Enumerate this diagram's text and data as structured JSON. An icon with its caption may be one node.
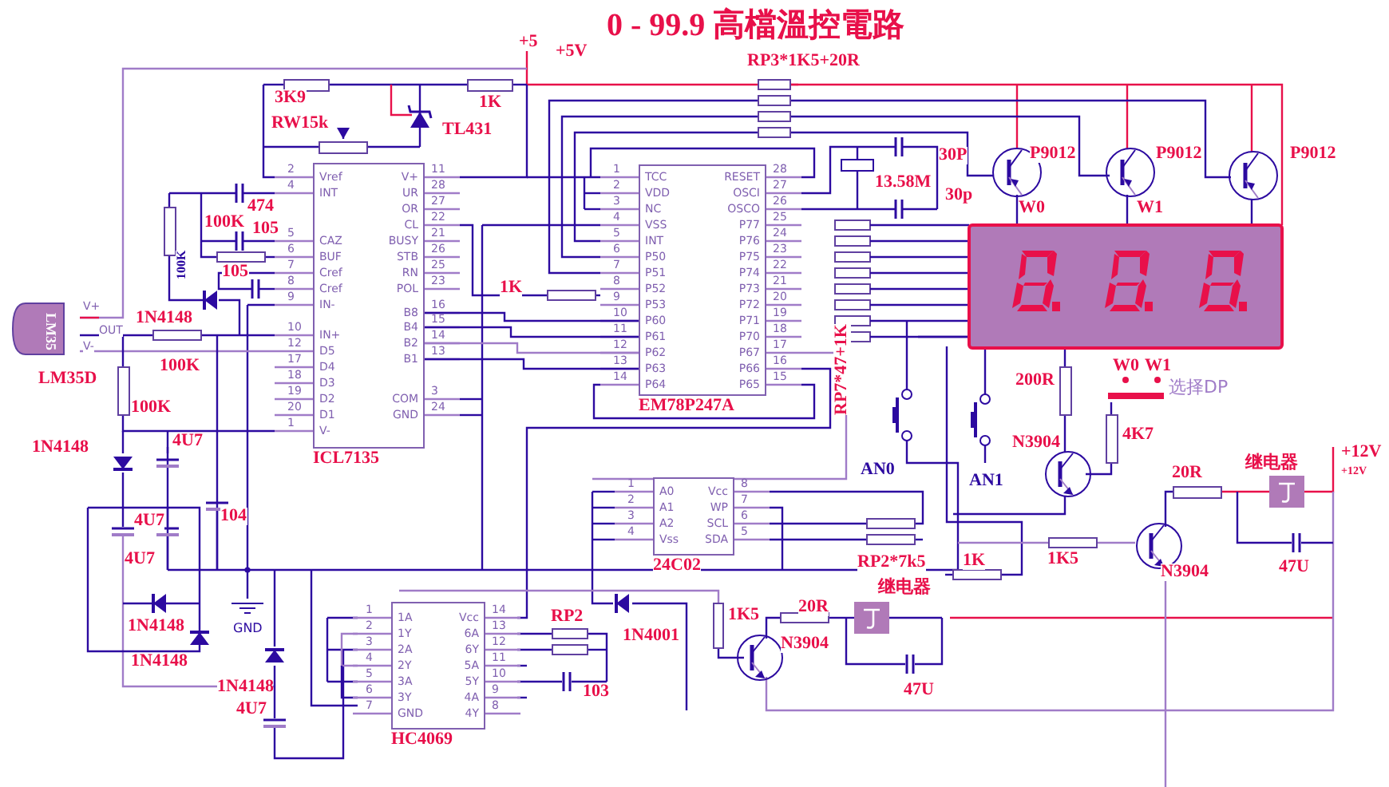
{
  "diagram": {
    "title": "0 - 99.9 高檔溫控電路",
    "nodes": [
      {
        "text": [
          "Vref",
          "INT",
          "CAZ",
          "BUF",
          "Cref",
          "Cref",
          "IN-",
          "IN+",
          "D5",
          "D4",
          "D3",
          "D2",
          "D1",
          "V-",
          "V+",
          "UR",
          "OR",
          "CL",
          "BUSY",
          "STB",
          "RN",
          "POL",
          "B8",
          "B4",
          "B2",
          "B1",
          "COM",
          "GND",
          "ICL7135"
        ],
        "beside": [
          "2",
          "4",
          "5",
          "6",
          "7",
          "8",
          "9",
          "10",
          "12",
          "17",
          "18",
          "19",
          "20",
          "1",
          "11",
          "28",
          "27",
          "22",
          "21",
          "26",
          "25",
          "23",
          "16",
          "15",
          "14",
          "13",
          "3",
          "24"
        ]
      },
      {
        "text": [
          "TCC",
          "VDD",
          "NC",
          "VSS",
          "INT",
          "P50",
          "P51",
          "P52",
          "P53",
          "P60",
          "P61",
          "P62",
          "P63",
          "P64",
          "RESET",
          "OSCI",
          "OSCO",
          "P77",
          "P76",
          "P75",
          "P74",
          "P73",
          "P72",
          "P71",
          "P70",
          "P67",
          "P66",
          "P65",
          "EM78P247A"
        ],
        "beside": [
          "1",
          "2",
          "3",
          "4",
          "5",
          "6",
          "7",
          "8",
          "9",
          "10",
          "11",
          "12",
          "13",
          "14",
          "28",
          "27",
          "26",
          "25",
          "24",
          "23",
          "22",
          "21",
          "20",
          "19",
          "18",
          "17",
          "16",
          "15"
        ]
      },
      {
        "text": [
          "A0",
          "A1",
          "A2",
          "Vss",
          "Vcc",
          "WP",
          "SCL",
          "SDA",
          "24C02"
        ],
        "beside": [
          "1",
          "2",
          "3",
          "4",
          "8",
          "7",
          "6",
          "5"
        ]
      },
      {
        "text": [
          "1A",
          "1Y",
          "2A",
          "2Y",
          "3A",
          "3Y",
          "GND",
          "Vcc",
          "6A",
          "6Y",
          "5A",
          "5Y",
          "4A",
          "4Y",
          "HC4069"
        ],
        "beside": [
          "1",
          "2",
          "3",
          "4",
          "5",
          "6",
          "7",
          "14",
          "13",
          "12",
          "11",
          "10",
          "9",
          "8"
        ]
      }
    ],
    "edges": [
      {
        "from": 0,
        "to": 1,
        "arrow": "none"
      },
      {
        "from": 0,
        "to": 1,
        "arrow": "none"
      },
      {
        "from": 0,
        "to": 1,
        "arrow": "none",
        "color": "#a07cc8"
      },
      {
        "from": 0,
        "to": 1,
        "arrow": "none"
      }
    ],
    "labels": [
      "+5",
      "+5V",
      "3K9",
      "1K",
      "RP3*1K5+20R",
      "RW15k",
      "TL431",
      "P9012",
      "P9012",
      "P9012",
      "30P",
      "13.58M",
      "30p",
      "W0",
      "W1",
      "474",
      "100K",
      "105",
      "100K",
      "105",
      "1K",
      "1N4148",
      "LM35D",
      "100K",
      "100K",
      "RP7*47+1K",
      "200R",
      "W0",
      "W1",
      "选择DP",
      "4K7",
      "N3904",
      "AN0",
      "AN1",
      "20R",
      "继电器",
      "+12V",
      "+12V",
      "47U",
      "1K",
      "1K5",
      "N3904",
      "RP2*7k5",
      "1N4148",
      "4U7",
      "4U7",
      "4U7",
      "104",
      "GND",
      "1N4148",
      "1N4148",
      "1N4148",
      "4U7",
      "RP2",
      "103",
      "1N4001",
      "1K5",
      "20R",
      "N3904",
      "继电器",
      "47U",
      "LM35",
      "V+",
      "OUT",
      "V-"
    ]
  }
}
